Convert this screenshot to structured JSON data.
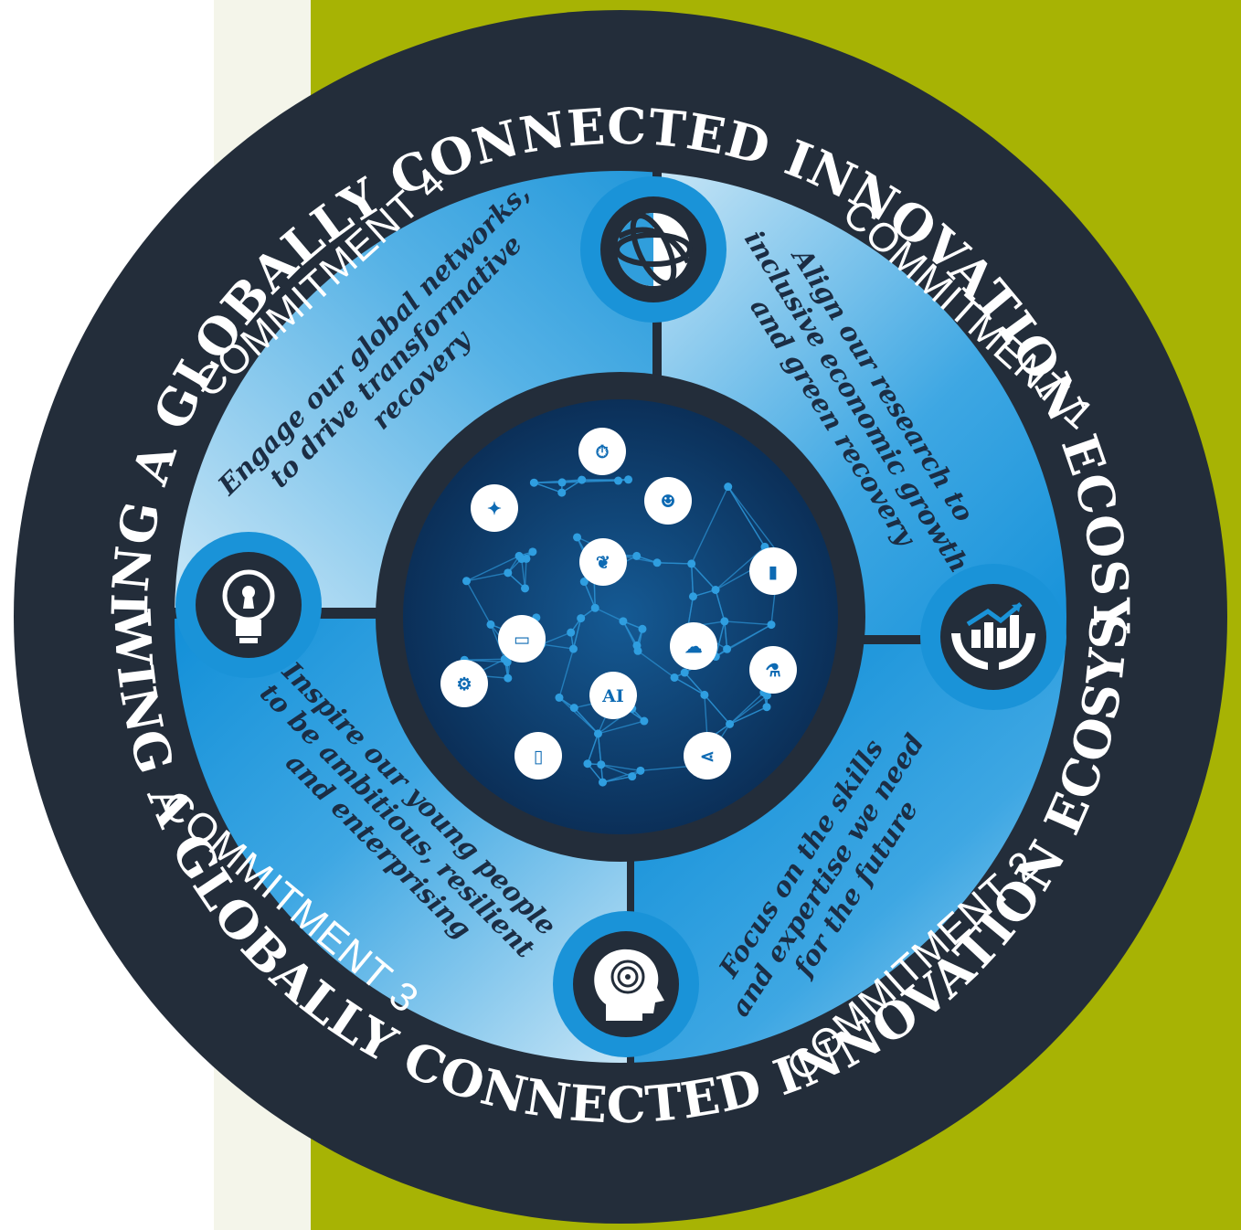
{
  "ring": {
    "top_text": "GROWING A GLOBALLY CONNECTED INNOVATION ECOSYSTEM",
    "bottom_text": "GROWING A GLOBALLY CONNECTED INNOVATION ECOSYSTEM"
  },
  "commitments": [
    {
      "label": "COMMITMENT 1",
      "lines": [
        "Align our research to",
        "inclusive economic growth",
        "and green recovery"
      ],
      "icon": "growth-chart-hands-icon"
    },
    {
      "label": "COMMITMENT 2",
      "lines": [
        "Focus on the skills",
        "and expertise we need",
        "for the future"
      ],
      "icon": "head-maze-icon"
    },
    {
      "label": "COMMITMENT 3",
      "lines": [
        "Inspire our young people",
        "to be ambitious, resilient",
        "and enterprising"
      ],
      "icon": "lightbulb-keyhole-icon"
    },
    {
      "label": "COMMITMENT 4",
      "lines": [
        "Engage our global networks,",
        "to drive transformative",
        "recovery"
      ],
      "icon": "globe-icon"
    }
  ],
  "center": {
    "nodes": [
      {
        "icon": "clock-icon"
      },
      {
        "icon": "people-icon"
      },
      {
        "icon": "lightbulb-icon"
      },
      {
        "icon": "leaf-icon"
      },
      {
        "icon": "bar-chart-icon"
      },
      {
        "icon": "monitor-icon"
      },
      {
        "icon": "cloud-upload-icon"
      },
      {
        "icon": "flask-icon"
      },
      {
        "icon": "gear-icon"
      },
      {
        "icon": "ai-icon",
        "label": "AI"
      },
      {
        "icon": "phone-signal-icon"
      },
      {
        "icon": "share-icon"
      }
    ]
  },
  "colors": {
    "background_left": "#f4f5ea",
    "background_right": "#a7b304",
    "ring": "#232d3a",
    "quadrant_dark": "#0e8dd4",
    "quadrant_light": "#cde8f6",
    "core": "#0d3d6e"
  }
}
